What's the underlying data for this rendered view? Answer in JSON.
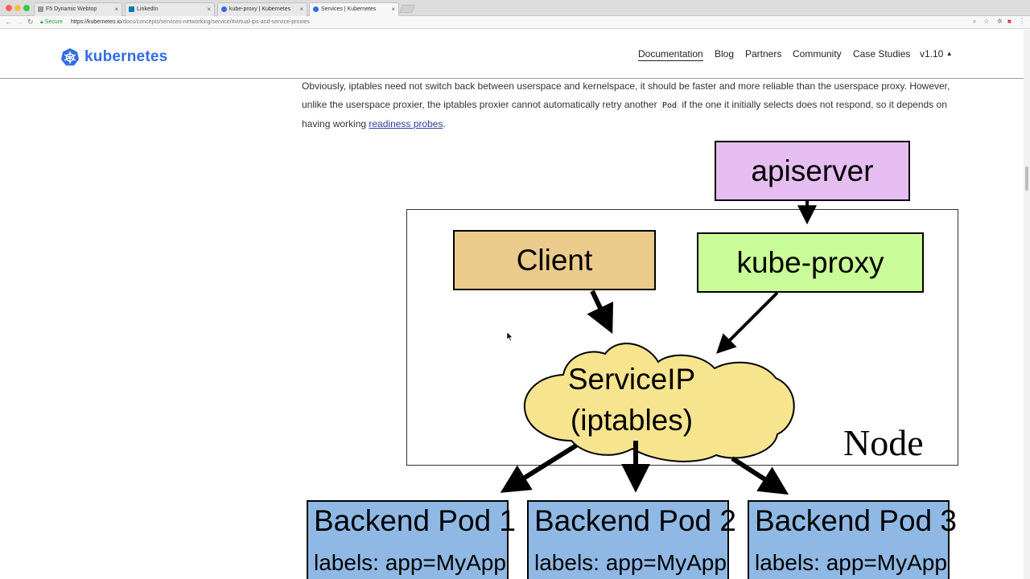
{
  "browser": {
    "tabs": [
      {
        "title": "F5 Dynamic Webtop",
        "active": false
      },
      {
        "title": "LinkedIn",
        "active": false
      },
      {
        "title": "kube-proxy | Kubernetes",
        "active": false
      },
      {
        "title": "Services | Kubernetes",
        "active": true
      }
    ],
    "secure_label": "Secure",
    "url_host": "https://kubernetes.io",
    "url_path": "/docs/concepts/services-networking/service/#virtual-ips-and-service-proxies"
  },
  "site": {
    "logo_text": "kubernetes",
    "nav": [
      {
        "label": "Documentation",
        "active": true
      },
      {
        "label": "Blog"
      },
      {
        "label": "Partners"
      },
      {
        "label": "Community"
      },
      {
        "label": "Case Studies"
      },
      {
        "label": "v1.10"
      }
    ]
  },
  "content": {
    "para_1": "Obviously, iptables need not switch back between userspace and kernelspace, it should be faster and more reliable than the userspace proxy. However, unlike the userspace proxier, the iptables proxier cannot automatically retry another",
    "para_code": "Pod",
    "para_2": "if the one it initially selects does not respond, so it depends on having working",
    "para_link": "readiness probes",
    "para_end": "."
  },
  "diagram": {
    "apiserver": "apiserver",
    "client": "Client",
    "kube_proxy": "kube-proxy",
    "service_line1": "ServiceIP",
    "service_line2": "(iptables)",
    "node": "Node",
    "pods": [
      {
        "title": "Backend Pod 1",
        "labels": "labels: app=MyApp"
      },
      {
        "title": "Backend Pod 2",
        "labels": "labels: app=MyApp"
      },
      {
        "title": "Backend Pod 3",
        "labels": "labels: app=MyApp"
      }
    ],
    "colors": {
      "apiserver": "#e5bdf0",
      "client": "#ebcb8b",
      "kube_proxy": "#c9fc98",
      "cloud": "#f7e48f",
      "pod": "#8fb9e4"
    }
  }
}
